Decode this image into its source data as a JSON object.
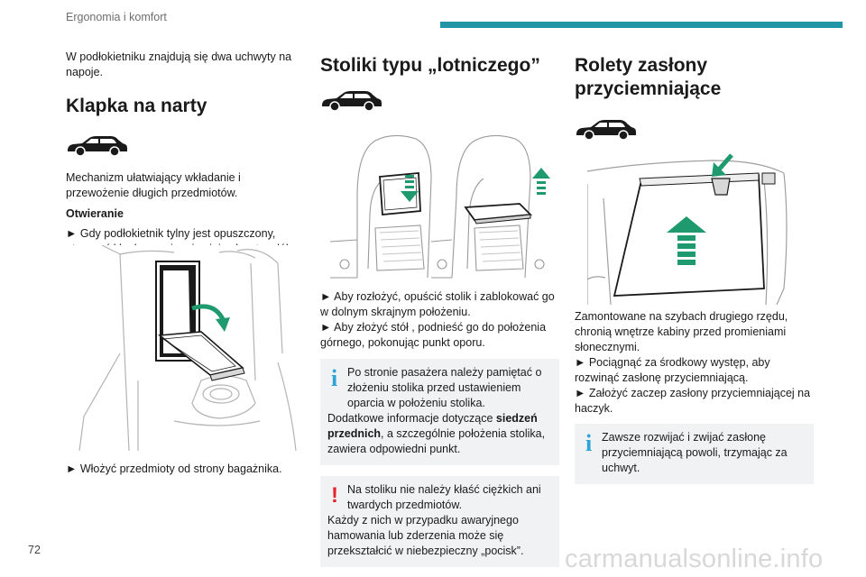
{
  "header": {
    "section_title": "Ergonomia i komfort"
  },
  "left": {
    "intro": "W podłokietniku znajdują się dwa uchwyty na napoje.",
    "heading": "Klapka na narty",
    "description": "Mechanizm ułatwiający wkładanie i przewożenie długich przedmiotów.",
    "subheading": "Otwieranie",
    "step1": "► Gdy podłokietnik tylny jest opuszczony, otworzyć klapkę, pociągając jej uchwyt w dół.",
    "step2": "► Włożyć przedmioty od strony bagażnika."
  },
  "middle": {
    "heading": "Stoliki typu „lotniczego”",
    "step1": "► Aby rozłożyć, opuścić stolik i zablokować go w dolnym skrajnym położeniu.",
    "step2": "► Aby złożyć stół , podnieść go do położenia górnego, pokonując punkt oporu.",
    "info_note": {
      "line1": "Po stronie pasażera należy pamiętać o złożeniu stolika przed ustawieniem oparcia w położeniu stolika.",
      "line2_pre": "Dodatkowe informacje dotyczące ",
      "line2_bold": "siedzeń przednich",
      "line2_post": ", a szczególnie położenia stolika, zawiera odpowiedni punkt."
    },
    "warning_note": {
      "line1": "Na stoliku nie należy kłaść ciężkich ani twardych przedmiotów.",
      "line2": "Każdy z nich w przypadku awaryjnego hamowania lub zderzenia może się przekształcić w niebezpieczny „pocisk”."
    }
  },
  "right": {
    "heading": "Rolety zasłony przyciemniające",
    "description": "Zamontowane na szybach drugiego rzędu, chronią wnętrze kabiny przed promieniami słonecznymi.",
    "step1": "► Pociągnąć za środkowy występ, aby rozwinąć zasłonę przyciemniającą.",
    "step2": "► Założyć zaczep zasłony przyciemniającej na haczyk.",
    "info_note": "Zawsze rozwijać i zwijać zasłonę przyciemniającą powoli, trzymając za uchwyt."
  },
  "footer": {
    "page_number": "72",
    "watermark": "carmanualsonline.info"
  },
  "colors": {
    "accent_bar": "#2196a5",
    "note_background": "#f1f2f4",
    "info_icon": "#2ea3d6",
    "warning_icon": "#e3262d",
    "arrow_green": "#1f9a6e"
  },
  "icons": [
    "car-suv-icon",
    "info-icon",
    "warning-icon",
    "arrow-down-icon",
    "arrow-up-icon"
  ]
}
